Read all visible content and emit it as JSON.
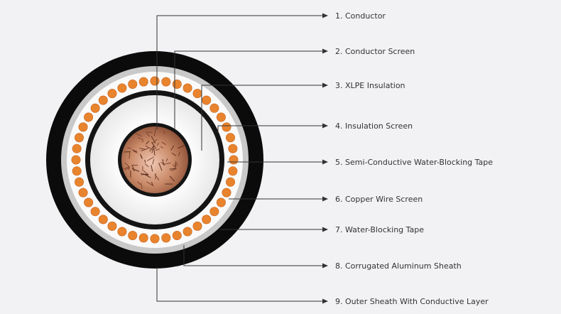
{
  "diagram": {
    "labels": [
      "1. Conductor",
      "2. Conductor Screen",
      "3. XLPE Insulation",
      "4. Insulation Screen",
      "5. Semi-Conductive Water-Blocking Tape",
      "6. Copper Wire Screen",
      "7. Water-Blocking Tape",
      "8. Corrugated Aluminum Sheath",
      "9. Outer Sheath With Conductive Layer"
    ]
  },
  "colors": {
    "background": "#f2f2f4",
    "outer_sheath": "#0b0b0b",
    "aluminum": "#c9c9c9",
    "tape": "#fafafa",
    "copper_wire": "#e8842e",
    "semiconductor": "#141414",
    "insulation": "#f4f4f4",
    "conductor": "#b67856",
    "leader": "#333333"
  }
}
